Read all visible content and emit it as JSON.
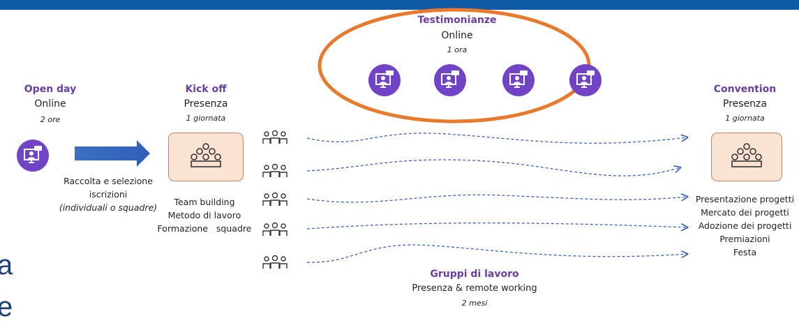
{
  "open_day": {
    "title": "Open day",
    "mode": "Online",
    "duration": "2 ore"
  },
  "registration": {
    "line1": "Raccolta e selezione",
    "line2": "iscrizioni",
    "line3": "(individuali o squadre)"
  },
  "kick_off": {
    "title": "Kick off",
    "mode": "Presenza",
    "duration": "1 giornata",
    "activities": [
      "Team building",
      "Metodo di lavoro",
      "Formazione   squadre"
    ]
  },
  "testimonianze": {
    "title": "Testimonianze",
    "mode": "Online",
    "duration": "1 ora"
  },
  "gruppi": {
    "title": "Gruppi di lavoro",
    "mode": "Presenza & remote working",
    "duration": "2 mesi"
  },
  "convention": {
    "title": "Convention",
    "mode": "Presenza",
    "duration": "1 giornata",
    "activities": [
      "Presentazione progetti",
      "Mercato dei progetti",
      "Adozione dei progetti",
      "Premiazioni",
      "Festa"
    ]
  },
  "partial_text": {
    "line1": "a",
    "line2": "e"
  },
  "colors": {
    "accent_purple": "#7044c4",
    "highlight_orange": "#e97a2c",
    "arrow_blue": "#3a6fc0",
    "topbar": "#0f5aa5"
  }
}
